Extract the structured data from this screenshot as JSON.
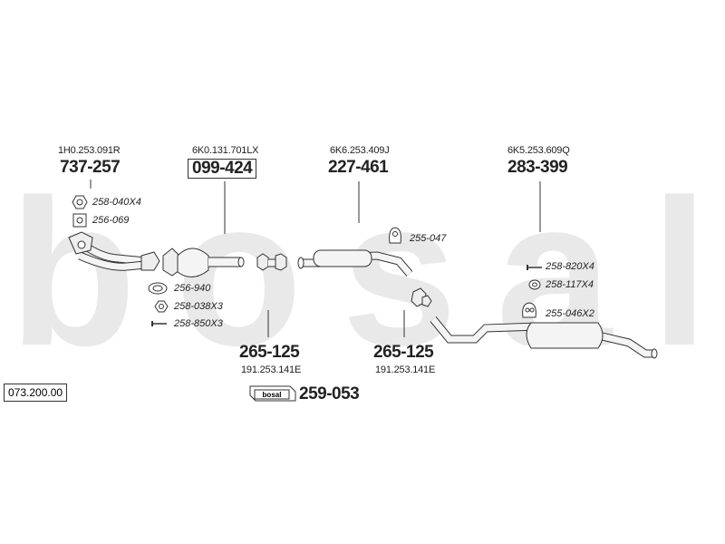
{
  "diagram_id": "073.200.00",
  "watermark": {
    "text": "bosal",
    "color": "#e9e9e9"
  },
  "groups": [
    {
      "id": "g1",
      "oem": "1H0.253.091R",
      "part": "737-257",
      "boxed": false
    },
    {
      "id": "g2",
      "oem": "6K0.131.701LX",
      "part": "099-424",
      "boxed": true
    },
    {
      "id": "g3",
      "oem": "6K6.253.409J",
      "part": "227-461",
      "boxed": false
    },
    {
      "id": "g4",
      "oem": "6K5.253.609Q",
      "part": "283-399",
      "boxed": false
    }
  ],
  "accessories": [
    {
      "id": "a1",
      "label": "258-040X4",
      "icon": "nut-icon"
    },
    {
      "id": "a2",
      "label": "256-069",
      "icon": "square-gasket-icon"
    },
    {
      "id": "a3",
      "label": "256-940",
      "icon": "ring-gasket-icon"
    },
    {
      "id": "a4",
      "label": "258-038X3",
      "icon": "nut-icon"
    },
    {
      "id": "a5",
      "label": "258-850X3",
      "icon": "bolt-icon"
    },
    {
      "id": "a6",
      "label": "255-047",
      "icon": "rubber-hanger-icon"
    },
    {
      "id": "a7",
      "label": "258-820X4",
      "icon": "bolt-icon"
    },
    {
      "id": "a8",
      "label": "258-117X4",
      "icon": "ring-gasket-icon"
    },
    {
      "id": "a9",
      "label": "255-046X2",
      "icon": "rubber-hanger-icon"
    }
  ],
  "clamps": [
    {
      "id": "c1",
      "part": "265-125",
      "oem": "191.253.141E"
    },
    {
      "id": "c2",
      "part": "265-125",
      "oem": "191.253.141E"
    }
  ],
  "mounting_kit": {
    "part": "259-053",
    "badge": "bosal"
  },
  "colors": {
    "line": "#333333",
    "pipe_fill": "#f4f4f4",
    "text": "#222222"
  }
}
